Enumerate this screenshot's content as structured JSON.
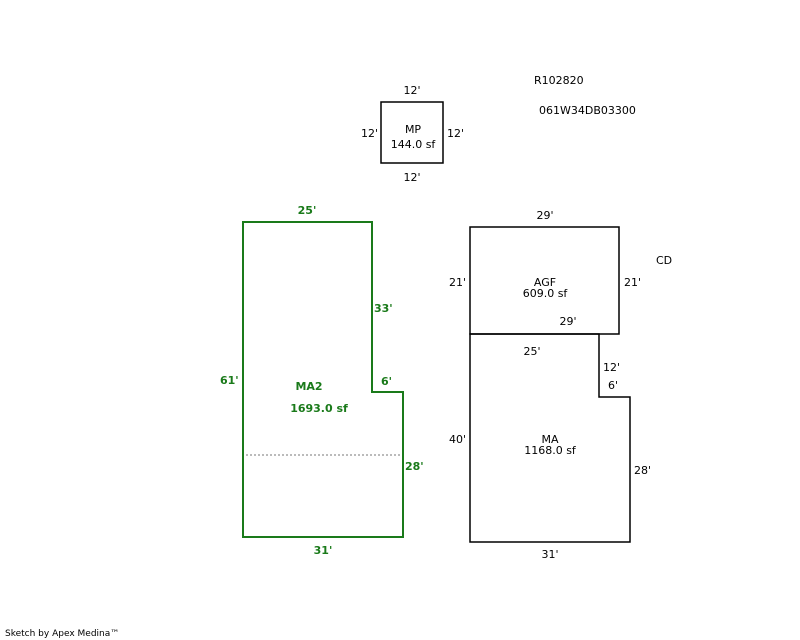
{
  "header": {
    "account": "R102820",
    "map_tax_lot": "061W34DB03300"
  },
  "colors": {
    "outline": "#000000",
    "green": "#1a7a1a",
    "dashed": "#777777"
  },
  "areas": {
    "mp": {
      "code": "MP",
      "area": "144.0 sf",
      "dims": {
        "top": "12'",
        "bottom": "12'",
        "left": "12'",
        "right": "12'"
      }
    },
    "ma2": {
      "code": "MA2",
      "area": "1693.0 sf",
      "dims": {
        "top": "25'",
        "upper_right": "33'",
        "notch": "6'",
        "lower_right": "28'",
        "bottom": "31'",
        "left": "61'"
      }
    },
    "agf": {
      "code": "AGF",
      "area": "609.0 sf",
      "dims": {
        "top": "29'",
        "left": "21'",
        "right": "21'",
        "bottom": "29'"
      }
    },
    "cd": {
      "code": "CD"
    },
    "ma": {
      "code": "MA",
      "area": "1168.0 sf",
      "dims": {
        "top": "25'",
        "step_down": "12'",
        "step_over": "6'",
        "right": "28'",
        "bottom": "31'",
        "left": "40'"
      }
    }
  },
  "footer": {
    "credit": "Sketch by Apex Medina™"
  }
}
